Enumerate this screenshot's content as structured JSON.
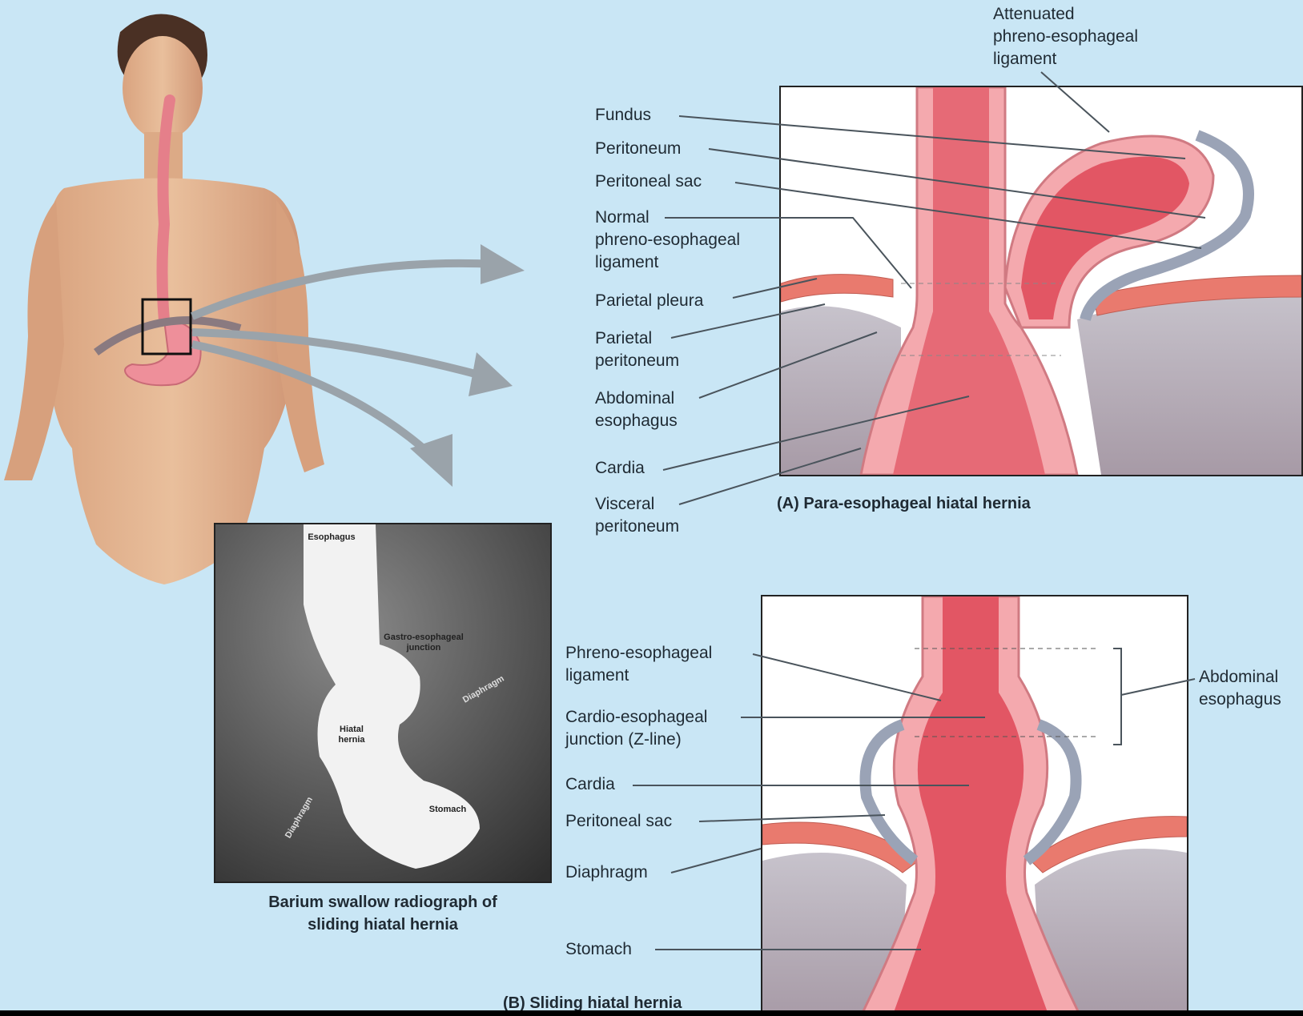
{
  "panel_a": {
    "caption": "(A) Para-esophageal hiatal hernia",
    "labels": {
      "attenuated": [
        "Attenuated",
        "phreno-esophageal",
        "ligament"
      ],
      "fundus": "Fundus",
      "peritoneum": "Peritoneum",
      "peritoneal_sac": "Peritoneal sac",
      "normal_pel": [
        "Normal",
        "phreno-esophageal",
        "ligament"
      ],
      "parietal_pleura": "Parietal pleura",
      "parietal_peritoneum": [
        "Parietal",
        "peritoneum"
      ],
      "abdominal_esophagus": [
        "Abdominal",
        "esophagus"
      ],
      "cardia": "Cardia",
      "visceral_peritoneum": [
        "Visceral",
        "peritoneum"
      ]
    }
  },
  "panel_b": {
    "caption": "(B) Sliding hiatal hernia",
    "labels": {
      "phreno_esophageal_ligament": [
        "Phreno-esophageal",
        "ligament"
      ],
      "cardio_esophageal_junction": [
        "Cardio-esophageal",
        "junction (Z-line)"
      ],
      "cardia": "Cardia",
      "peritoneal_sac": "Peritoneal sac",
      "diaphragm": "Diaphragm",
      "stomach": "Stomach",
      "abdominal_esophagus": [
        "Abdominal",
        "esophagus"
      ]
    }
  },
  "radiograph": {
    "caption": [
      "Barium swallow radiograph of",
      "sliding hiatal hernia"
    ],
    "labels": [
      "Esophagus",
      "Gastro-esophageal",
      "junction",
      "Diaphragm",
      "Hiatal",
      "hernia",
      "Stomach",
      "Diaphragm"
    ]
  }
}
